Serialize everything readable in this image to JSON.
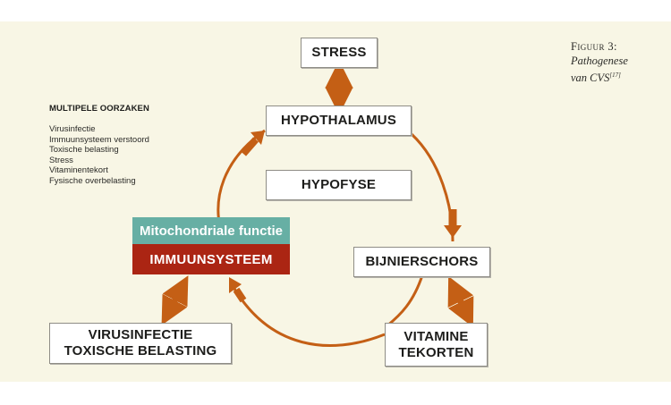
{
  "figure": {
    "label": "Figuur 3:",
    "title_line1": "Pathogenese",
    "title_line2": "van CVS",
    "reference": "[17]"
  },
  "causes": {
    "heading": "MULTIPELE OORZAKEN",
    "items": [
      "Virusinfectie",
      "Immuunsysteem verstoord",
      "Toxische belasting",
      "Stress",
      "Vitaminentekort",
      "Fysische overbelasting"
    ]
  },
  "nodes": {
    "stress": "STRESS",
    "hypothalamus": "HYPOTHALAMUS",
    "hypofyse": "HYPOFYSE",
    "bijnierschors": "BIJNIERSCHORS",
    "vitamine_line1": "VITAMINE",
    "vitamine_line2": "TEKORTEN",
    "virus_line1": "VIRUSINFECTIE",
    "virus_line2": "TOXISCHE BELASTING",
    "mitochondria": "Mitochondriale functie",
    "immune": "IMMUUNSYSTEEM"
  },
  "colors": {
    "background": "#f8f6e5",
    "arrow": "#c45f15",
    "teal": "#67afa4",
    "red": "#ab2513"
  }
}
